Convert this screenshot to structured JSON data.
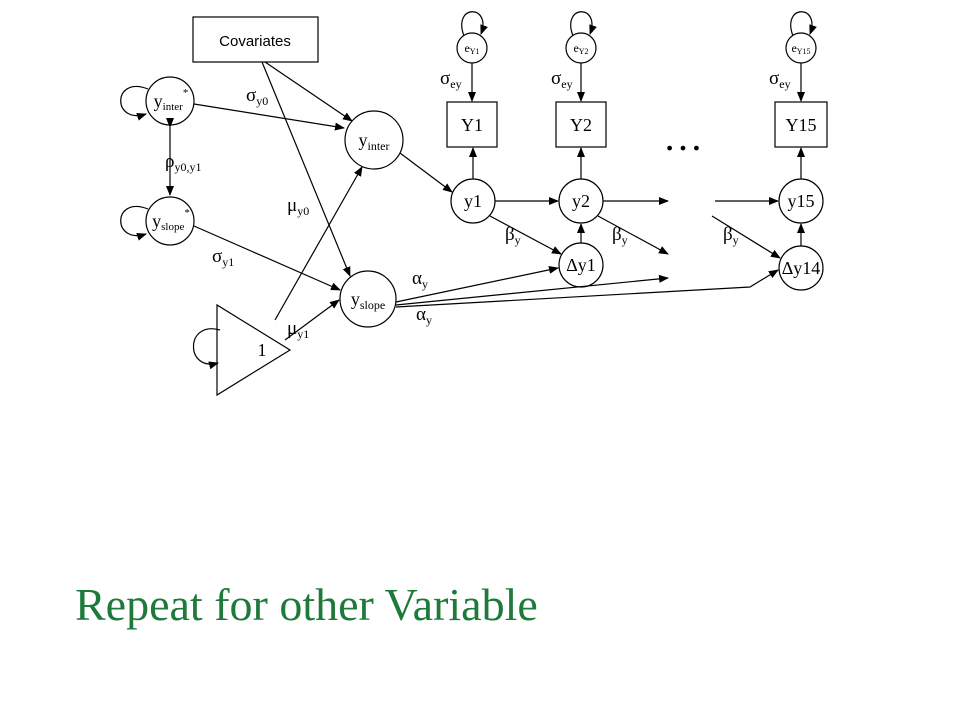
{
  "title": "Repeat for other Variable",
  "colors": {
    "title": "#1e7a3a",
    "line": "#000000"
  },
  "diagram": {
    "covariates": "Covariates",
    "latent": {
      "y_inter_star": {
        "main": "y",
        "sub": "inter",
        "sup": "*"
      },
      "y_slope_star": {
        "main": "y",
        "sub": "slope",
        "sup": "*"
      },
      "y_inter": {
        "main": "y",
        "sub": "inter"
      },
      "y_slope": {
        "main": "y",
        "sub": "slope"
      },
      "y1": "y1",
      "y2": "y2",
      "y15": "y15",
      "dy1": "Δy1",
      "dy14": "Δy14",
      "eY1": {
        "main": "e",
        "sub": "Y1"
      },
      "eY2": {
        "main": "e",
        "sub": "Y2"
      },
      "eY15": {
        "main": "e",
        "sub": "Y15"
      }
    },
    "observed": {
      "Y1": "Y1",
      "Y2": "Y2",
      "Y15": "Y15"
    },
    "constant": "1",
    "ellipsis": "…",
    "params": {
      "sigma_y0": {
        "sym": "σ",
        "sub": "y0"
      },
      "sigma_y1": {
        "sym": "σ",
        "sub": "y1"
      },
      "rho": {
        "sym": "ρ",
        "sub": "y0,y1"
      },
      "mu_y0": {
        "sym": "μ",
        "sub": "y0"
      },
      "mu_y1": {
        "sym": "μ",
        "sub": "y1"
      },
      "sigma_ey": {
        "sym": "σ",
        "sub": "ey"
      },
      "beta_y": {
        "sym": "β",
        "sub": "y"
      },
      "alpha_y": {
        "sym": "α",
        "sub": "y"
      }
    }
  }
}
